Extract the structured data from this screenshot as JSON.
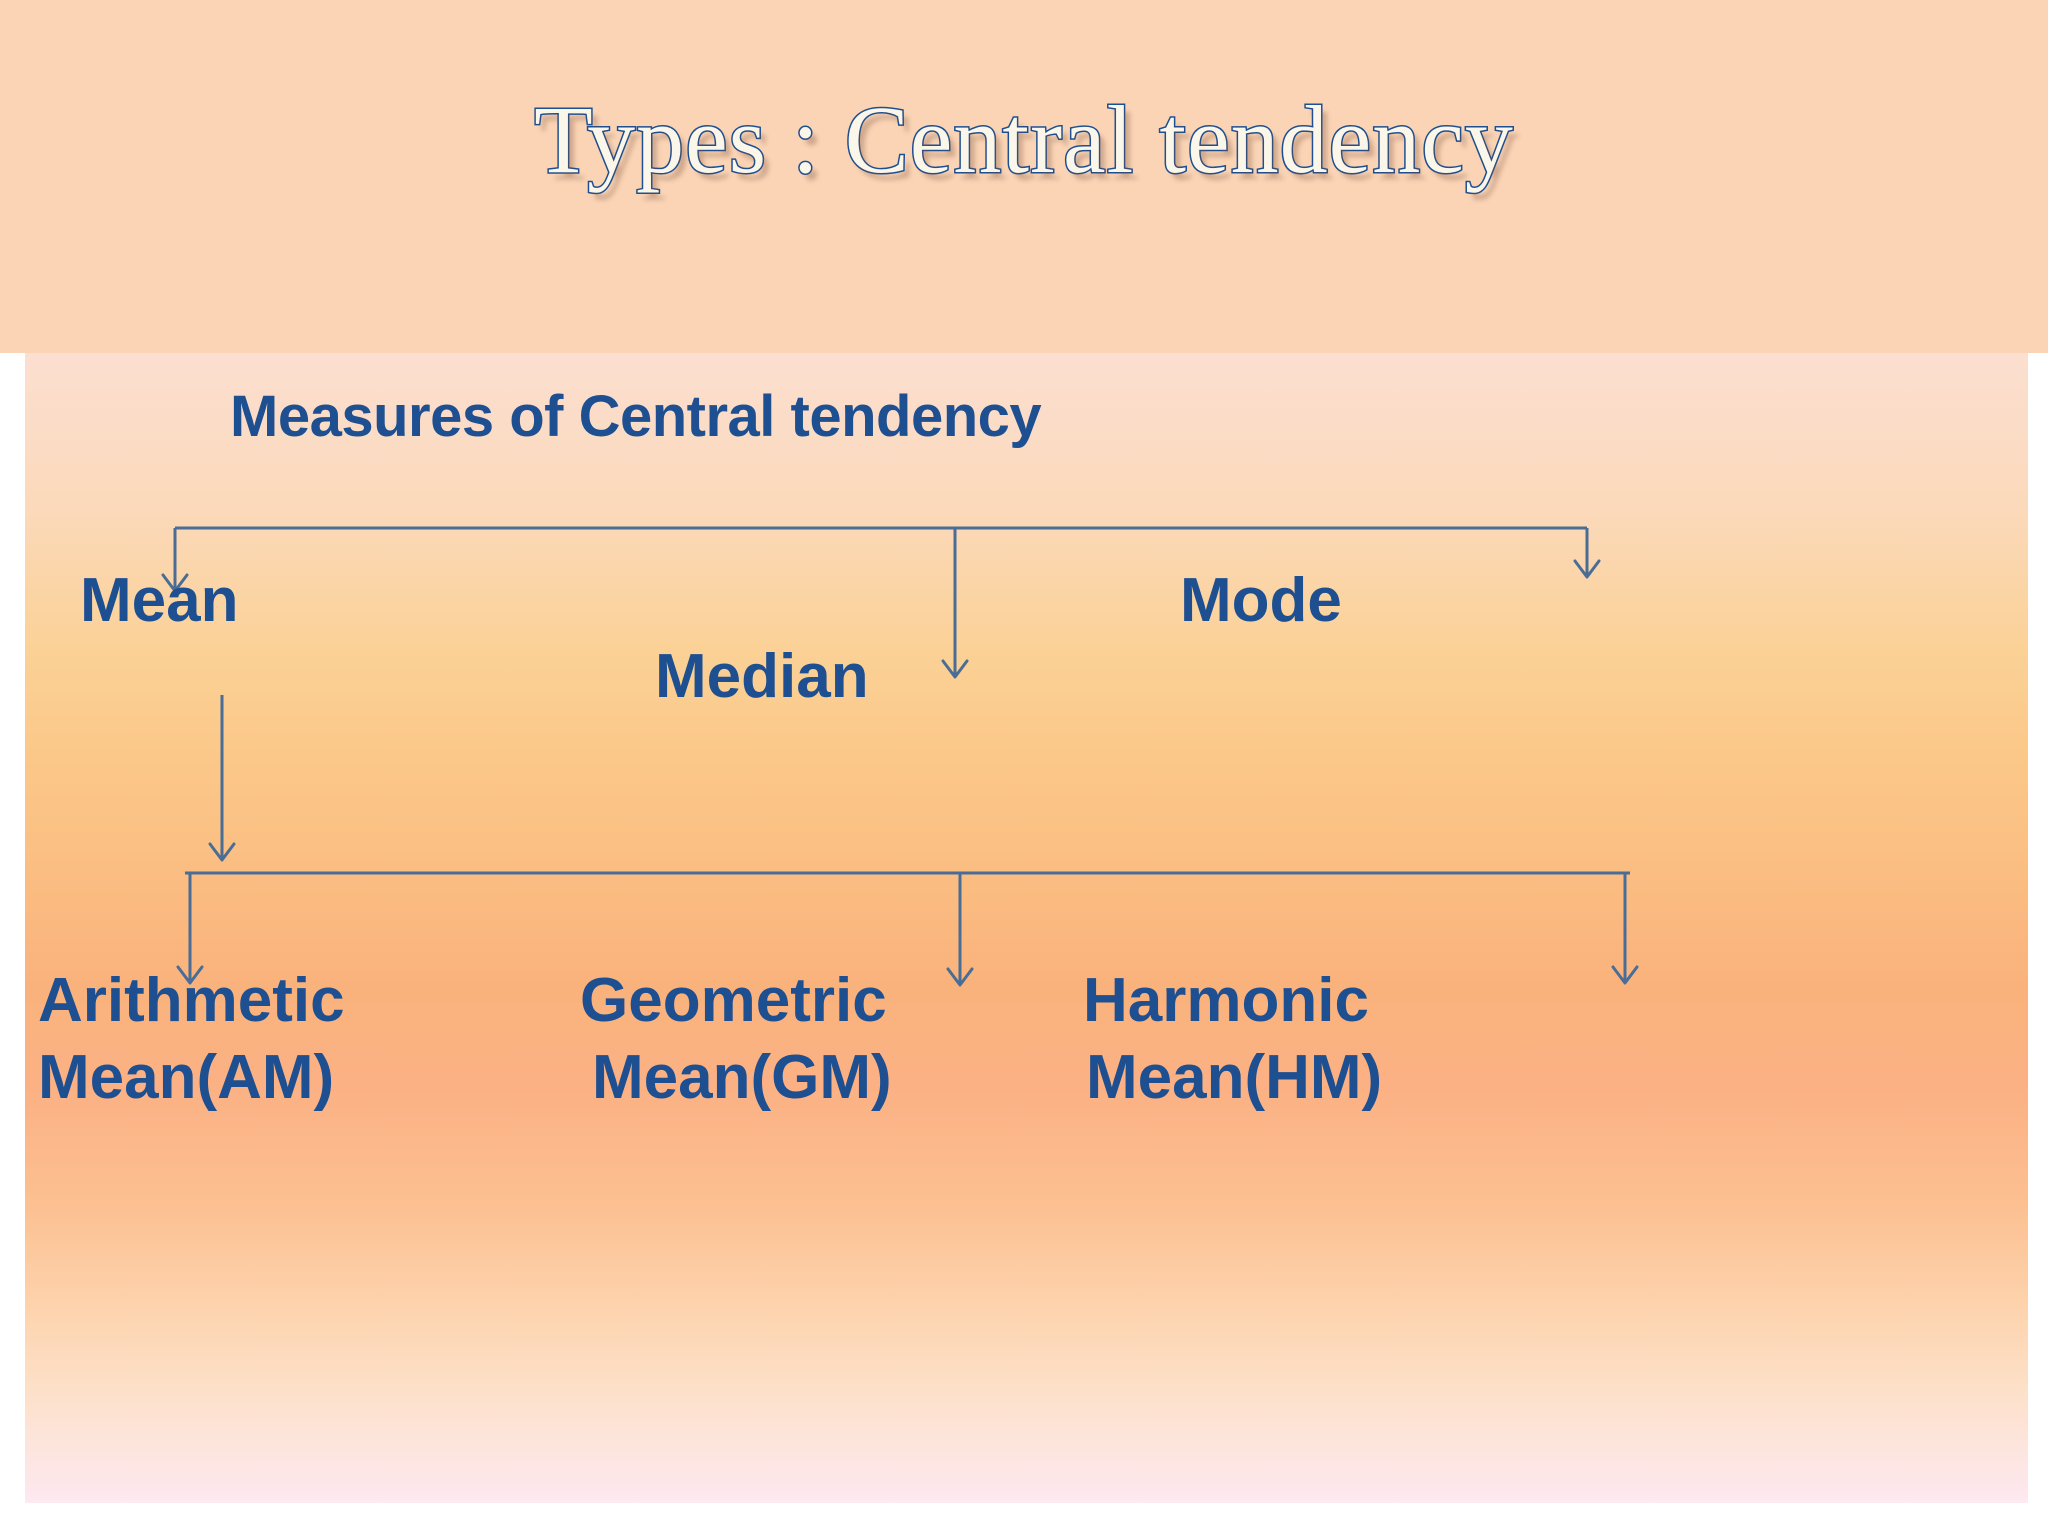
{
  "slide": {
    "title": "Types : Central tendency",
    "heading": "Measures of Central tendency"
  },
  "colors": {
    "header_band": "#fad4b5",
    "text_navy": "#1d4f91",
    "title_fill": "#faf6ea",
    "title_outline": "#1d4f91",
    "connector_line": "#4a6d96",
    "panel_gradient_top": "#fcdfd0",
    "panel_gradient_mid": "#fab27c",
    "panel_gradient_bottom": "#fdeaf2"
  },
  "diagram": {
    "root": "Measures of Central tendency",
    "tier1": [
      {
        "id": "mean",
        "label": "Mean"
      },
      {
        "id": "median",
        "label": "Median"
      },
      {
        "id": "mode",
        "label": "Mode"
      }
    ],
    "tier2_parent": "mean",
    "tier2": [
      {
        "id": "am",
        "line1": "Arithmetic",
        "line2": "Mean(AM)"
      },
      {
        "id": "gm",
        "line1": "Geometric",
        "line2": "Mean(GM)"
      },
      {
        "id": "hm",
        "line1": "Harmonic",
        "line2": "Mean(HM)"
      }
    ]
  }
}
